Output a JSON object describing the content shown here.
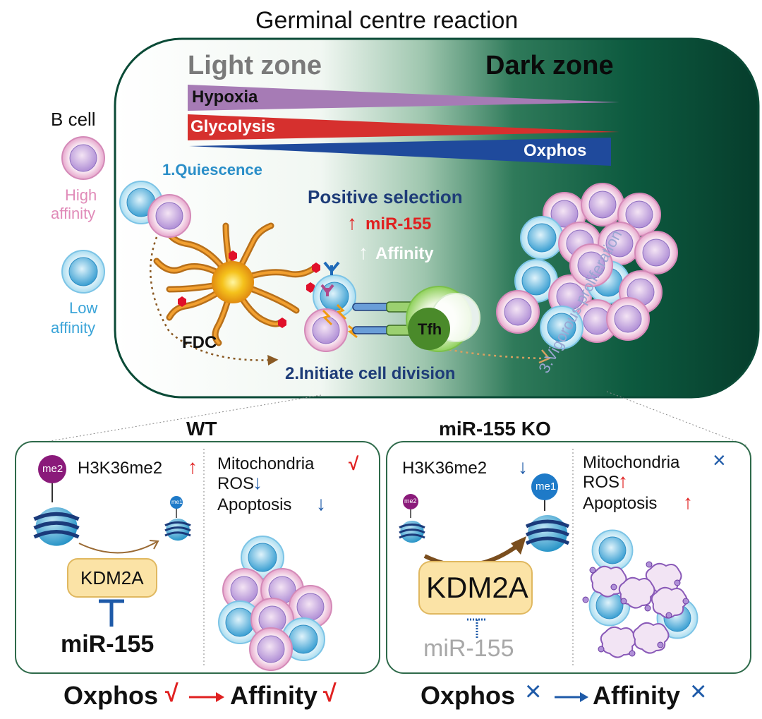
{
  "title": "Germinal centre reaction",
  "zones": {
    "light": "Light zone",
    "dark": "Dark zone"
  },
  "gradients": {
    "hypoxia": "Hypoxia",
    "glycolysis": "Glycolysis",
    "oxphos": "Oxphos"
  },
  "legend": {
    "b_cell": "B cell",
    "high_affinity_l1": "High",
    "high_affinity_l2": "affinity",
    "low_affinity_l1": "Low",
    "low_affinity_l2": "affinity"
  },
  "steps": {
    "quiescence": "1.Quiescence",
    "initiate": "2.Initiate cell division",
    "proliferation": "3.Vigorous proliferation"
  },
  "selection": {
    "title": "Positive selection",
    "mir": "miR-155",
    "affinity": "Affinity",
    "up_arrow": "↑"
  },
  "cells": {
    "fdc": "FDC",
    "tfh": "Tfh"
  },
  "wt": {
    "title": "WT",
    "me2": "me2",
    "me1": "me1",
    "h3k36": "H3K36me2",
    "h3k36_mark": "↑",
    "kdm2a": "KDM2A",
    "mir": "miR-155",
    "mito": "Mitochondria",
    "mito_mark": "√",
    "ros": "ROS",
    "ros_mark": "↓",
    "apop": "Apoptosis",
    "apop_mark": "↓",
    "bottom": {
      "oxphos": "Oxphos",
      "oxphos_mark": "√",
      "affinity": "Affinity",
      "affinity_mark": "√"
    }
  },
  "ko": {
    "title": "miR-155 KO",
    "me2": "me2",
    "me1": "me1",
    "h3k36": "H3K36me2",
    "h3k36_mark": "↓",
    "kdm2a": "KDM2A",
    "mir": "miR-155",
    "mito": "Mitochondria",
    "mito_mark": "×",
    "ros": "ROS",
    "ros_mark": "↑",
    "apop": "Apoptosis",
    "apop_mark": "↑",
    "bottom": {
      "oxphos": "Oxphos",
      "oxphos_mark": "×",
      "affinity": "Affinity",
      "affinity_mark": "×"
    }
  },
  "colors": {
    "dark_zone": "#0a4a36",
    "hypoxia": "#a67bb5",
    "glycolysis": "#d6302e",
    "oxphos": "#1f4a9c",
    "high_affinity": "#e08ab8",
    "low_affinity": "#3aa4d8",
    "mir_red": "#e02020",
    "blue_text": "#1e5aa8",
    "navy_text": "#1e3c78",
    "kdm2a_fill": "#fbe3a6",
    "me2_purple": "#8a1a7a",
    "me1_blue": "#1e7ac8"
  }
}
